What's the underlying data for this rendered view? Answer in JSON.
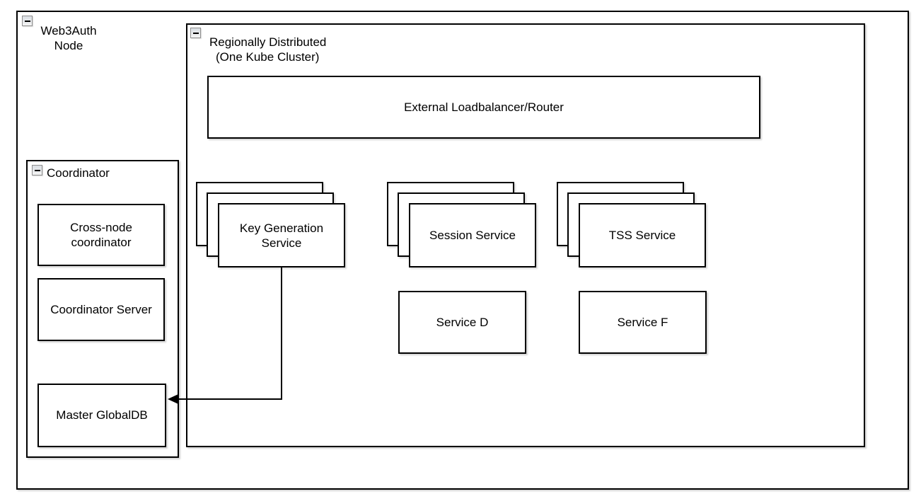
{
  "outer_container": {
    "title_line1": "Web3Auth",
    "title_line2": "Node"
  },
  "region_container": {
    "title_line1": "Regionally Distributed",
    "title_line2": "(One Kube Cluster)"
  },
  "loadbalancer": {
    "label": "External Loadbalancer/Router"
  },
  "stacks": [
    {
      "label": "Key Generation Service"
    },
    {
      "label": "Session Service"
    },
    {
      "label": "TSS Service"
    }
  ],
  "services": [
    {
      "label": "Service D"
    },
    {
      "label": "Service F"
    }
  ],
  "coordinator": {
    "title": "Coordinator",
    "boxes": [
      {
        "label": "Cross-node coordinator"
      },
      {
        "label": "Coordinator Server"
      },
      {
        "label": "Master GlobalDB"
      }
    ]
  },
  "connector": {
    "from": "Key Generation Service",
    "to": "Master GlobalDB",
    "direction": "left"
  },
  "colors": {
    "stroke": "#000000",
    "fill": "#ffffff",
    "shadow": "#d6d6d6"
  },
  "icons": {
    "collapse": "minus"
  }
}
